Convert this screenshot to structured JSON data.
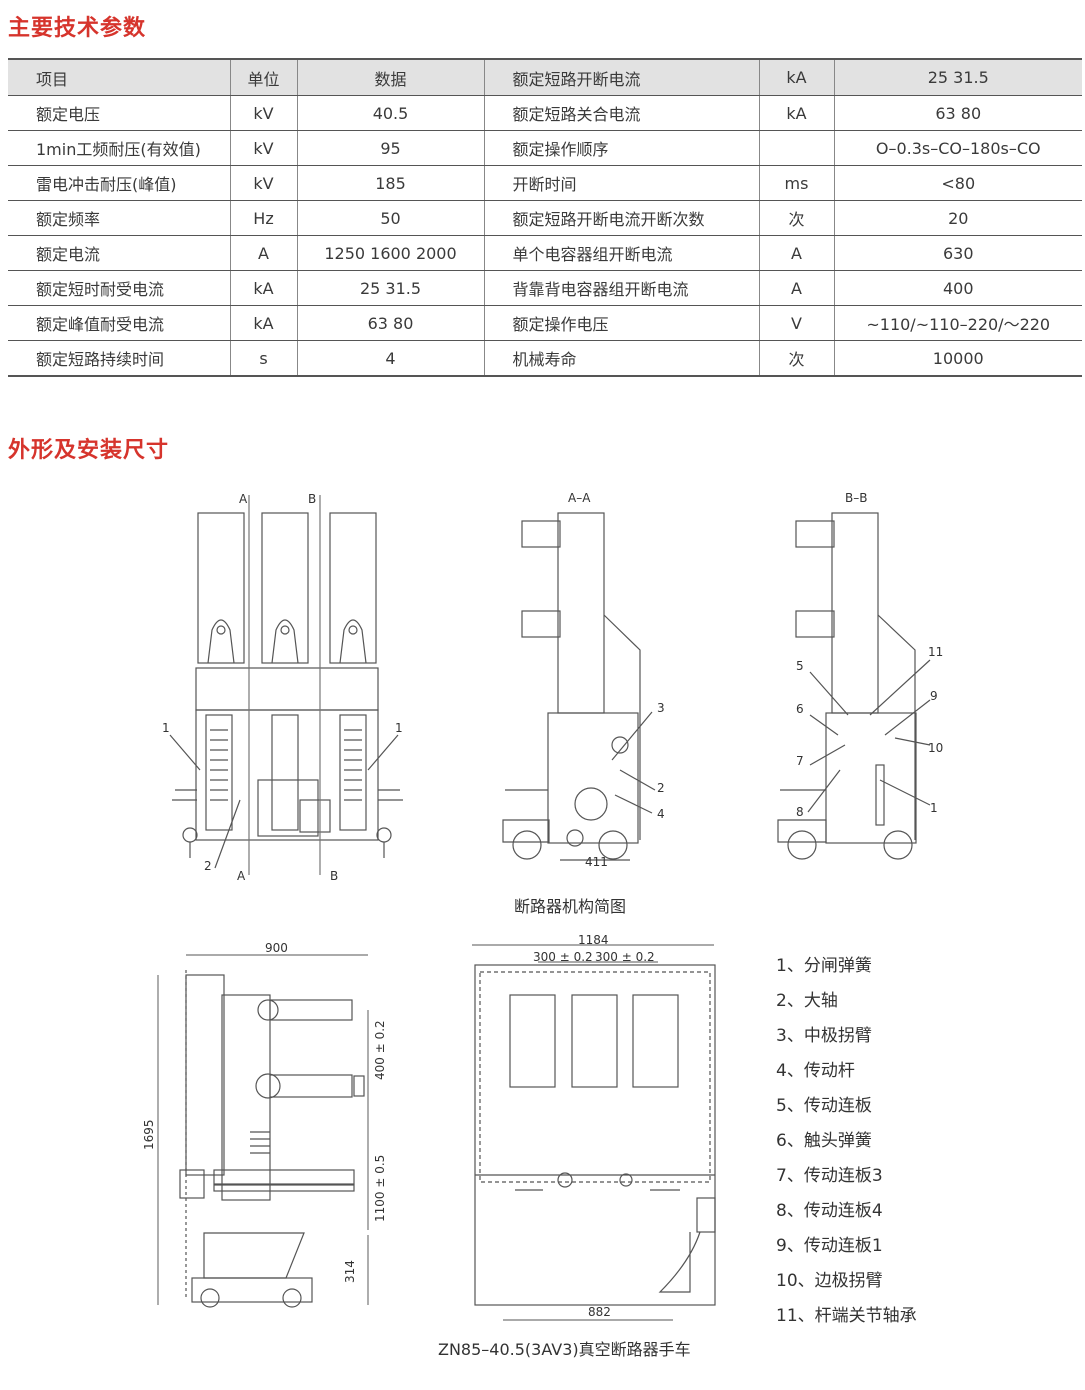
{
  "sections": {
    "specs_title": "主要技术参数",
    "outline_title": "外形及安装尺寸"
  },
  "table": {
    "header": [
      "项目",
      "单位",
      "数据",
      "额定短路开断电流",
      "kA",
      "25  31.5"
    ],
    "rows": [
      [
        "额定电压",
        "kV",
        "40.5",
        "额定短路关合电流",
        "kA",
        "63  80"
      ],
      [
        "1min工频耐压(有效值)",
        "kV",
        "95",
        "额定操作顺序",
        "",
        "O–0.3s–CO–180s–CO"
      ],
      [
        "雷电冲击耐压(峰值)",
        "kV",
        "185",
        "开断时间",
        "ms",
        "<80"
      ],
      [
        "额定频率",
        "Hz",
        "50",
        "额定短路开断电流开断次数",
        "次",
        "20"
      ],
      [
        "额定电流",
        "A",
        "1250  1600  2000",
        "单个电容器组开断电流",
        "A",
        "630"
      ],
      [
        "额定短时耐受电流",
        "kA",
        "25  31.5",
        "背靠背电容器组开断电流",
        "A",
        "400"
      ],
      [
        "额定峰值耐受电流",
        "kA",
        "63  80",
        "额定操作电压",
        "V",
        "~110/~110–220/～220"
      ],
      [
        "额定短路持续时间",
        "s",
        "4",
        "机械寿命",
        "次",
        "10000"
      ]
    ]
  },
  "diagram": {
    "front_labels": {
      "a_top": "A",
      "b_top": "B",
      "a_bottom": "A",
      "b_bottom": "B",
      "n1": "1",
      "n1r": "1",
      "n2": "2"
    },
    "aa": {
      "title": "A–A",
      "n3": "3",
      "n2": "2",
      "n4": "4",
      "dim": "411"
    },
    "bb": {
      "title": "B–B",
      "n5": "5",
      "n6": "6",
      "n7": "7",
      "n8": "8",
      "n11": "11",
      "n9": "9",
      "n10": "10",
      "n1": "1"
    },
    "mech_caption": "断路器机构简图",
    "side_dims": {
      "width": "900",
      "height": "1695",
      "d400": "400 ± 0.2",
      "d1100": "1100 ± 0.5",
      "d314": "314"
    },
    "front_dims": {
      "width": "1184",
      "pitch1": "300 ± 0.2",
      "pitch2": "300 ± 0.2",
      "bottom": "882"
    },
    "product_caption": "ZN85–40.5(3AV3)真空断路器手车"
  },
  "legend": [
    "1、分闸弹簧",
    "2、大轴",
    "3、中极拐臂",
    "4、传动杆",
    "5、传动连板",
    "6、触头弹簧",
    "7、传动连板3",
    "8、传动连板4",
    "9、传动连板1",
    "10、边极拐臂",
    "11、杆端关节轴承"
  ]
}
